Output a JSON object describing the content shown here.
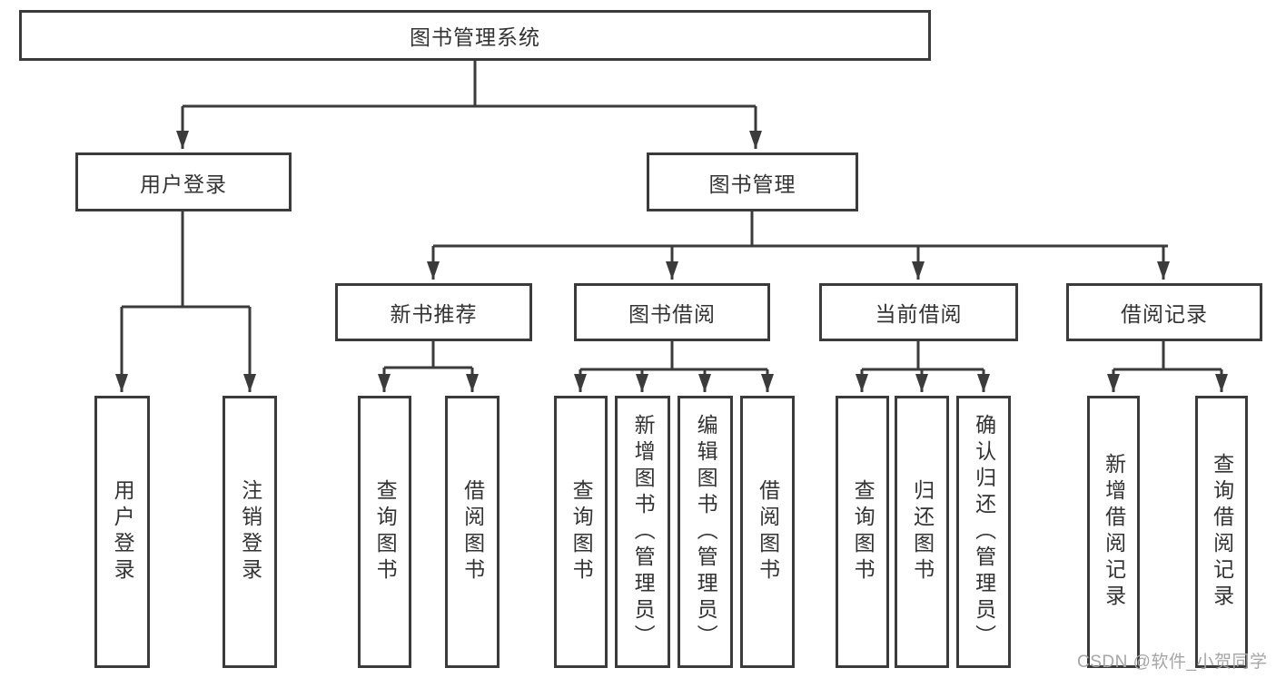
{
  "tree": {
    "root": {
      "label": "图书管理系统"
    },
    "branches": [
      {
        "label": "用户登录",
        "children": [
          {
            "label": "用户登录"
          },
          {
            "label": "注销登录"
          }
        ]
      },
      {
        "label": "图书管理",
        "children": [
          {
            "label": "新书推荐",
            "children": [
              {
                "label": "查询图书"
              },
              {
                "label": "借阅图书"
              }
            ]
          },
          {
            "label": "图书借阅",
            "children": [
              {
                "label": "查询图书"
              },
              {
                "label": "新增图书（管理员）"
              },
              {
                "label": "编辑图书（管理员）"
              },
              {
                "label": "借阅图书"
              }
            ]
          },
          {
            "label": "当前借阅",
            "children": [
              {
                "label": "查询图书"
              },
              {
                "label": "归还图书"
              },
              {
                "label": "确认归还（管理员）"
              }
            ]
          },
          {
            "label": "借阅记录",
            "children": [
              {
                "label": "新增借阅记录"
              },
              {
                "label": "查询借阅记录"
              }
            ]
          }
        ]
      }
    ]
  },
  "watermark": "CSDN @软件_小贺同学",
  "colors": {
    "line": "#3b3b3b",
    "text": "#333333",
    "node_background": "#ffffff",
    "watermark": "#a6a6a6"
  }
}
